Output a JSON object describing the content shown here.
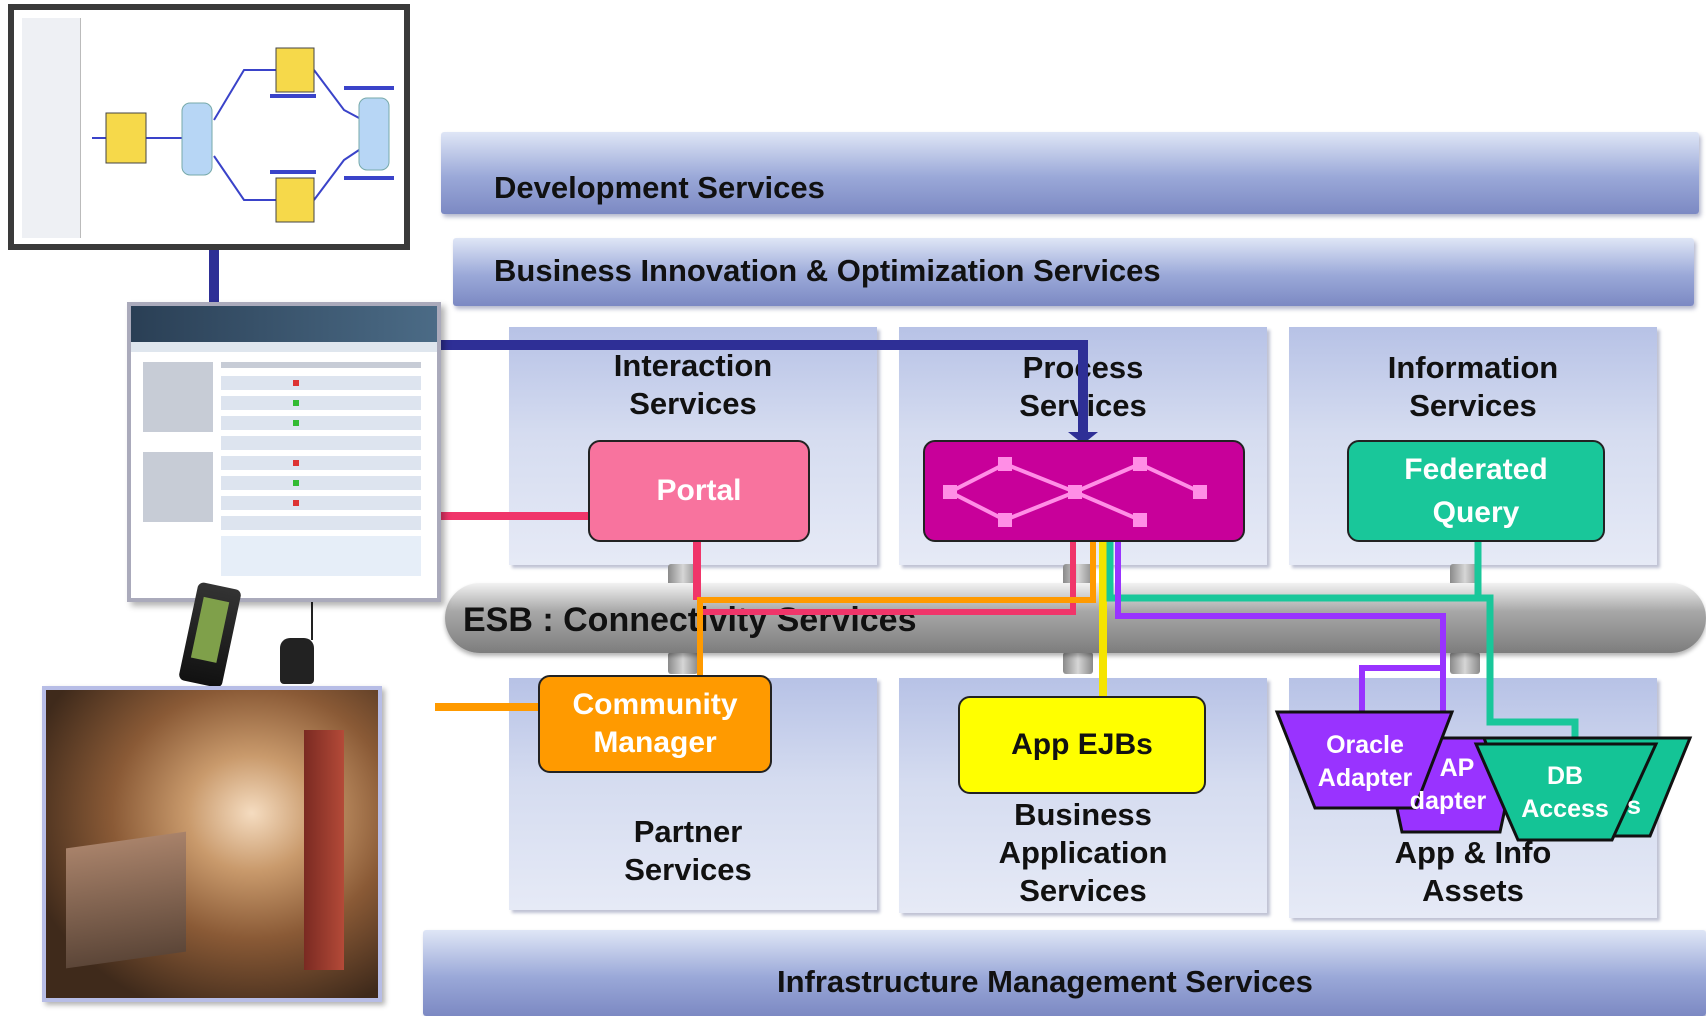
{
  "layers": {
    "development": "Development Services",
    "innovation": "Business Innovation & Optimization Services",
    "infrastructure": "Infrastructure Management Services"
  },
  "panels": {
    "interaction": [
      "Interaction",
      "Services"
    ],
    "process": [
      "Process",
      "Services"
    ],
    "information": [
      "Information",
      "Services"
    ],
    "partner": [
      "Partner",
      "Services"
    ],
    "business_app": [
      "Business",
      "Application",
      "Services"
    ],
    "app_info": [
      "App & Info",
      "Assets"
    ]
  },
  "esb_label": "ESB : Connectivity Services",
  "components": {
    "portal": "Portal",
    "federated_query": [
      "Federated",
      "Query"
    ],
    "community_manager": [
      "Community",
      "Manager"
    ],
    "app_ejbs": "App EJBs",
    "oracle_adapter": [
      "Oracle",
      "Adapter"
    ],
    "sap_adapter": [
      "AP",
      "dapter"
    ],
    "db_access": [
      "DB",
      "Access"
    ],
    "db_access_back": "s"
  },
  "colors": {
    "portal": "#f8739e",
    "process": "#c8009a",
    "federated": "#19c79a",
    "community": "#ff9a00",
    "app_ejbs": "#ffff00",
    "adapter_purple": "#9933ff",
    "db_green": "#14c496",
    "line_blue": "#2e2f96",
    "line_pink": "#f0356a",
    "line_orange": "#ff9a00",
    "line_yellow": "#f5e400",
    "line_green": "#19c79a",
    "line_purple": "#9933ff"
  }
}
